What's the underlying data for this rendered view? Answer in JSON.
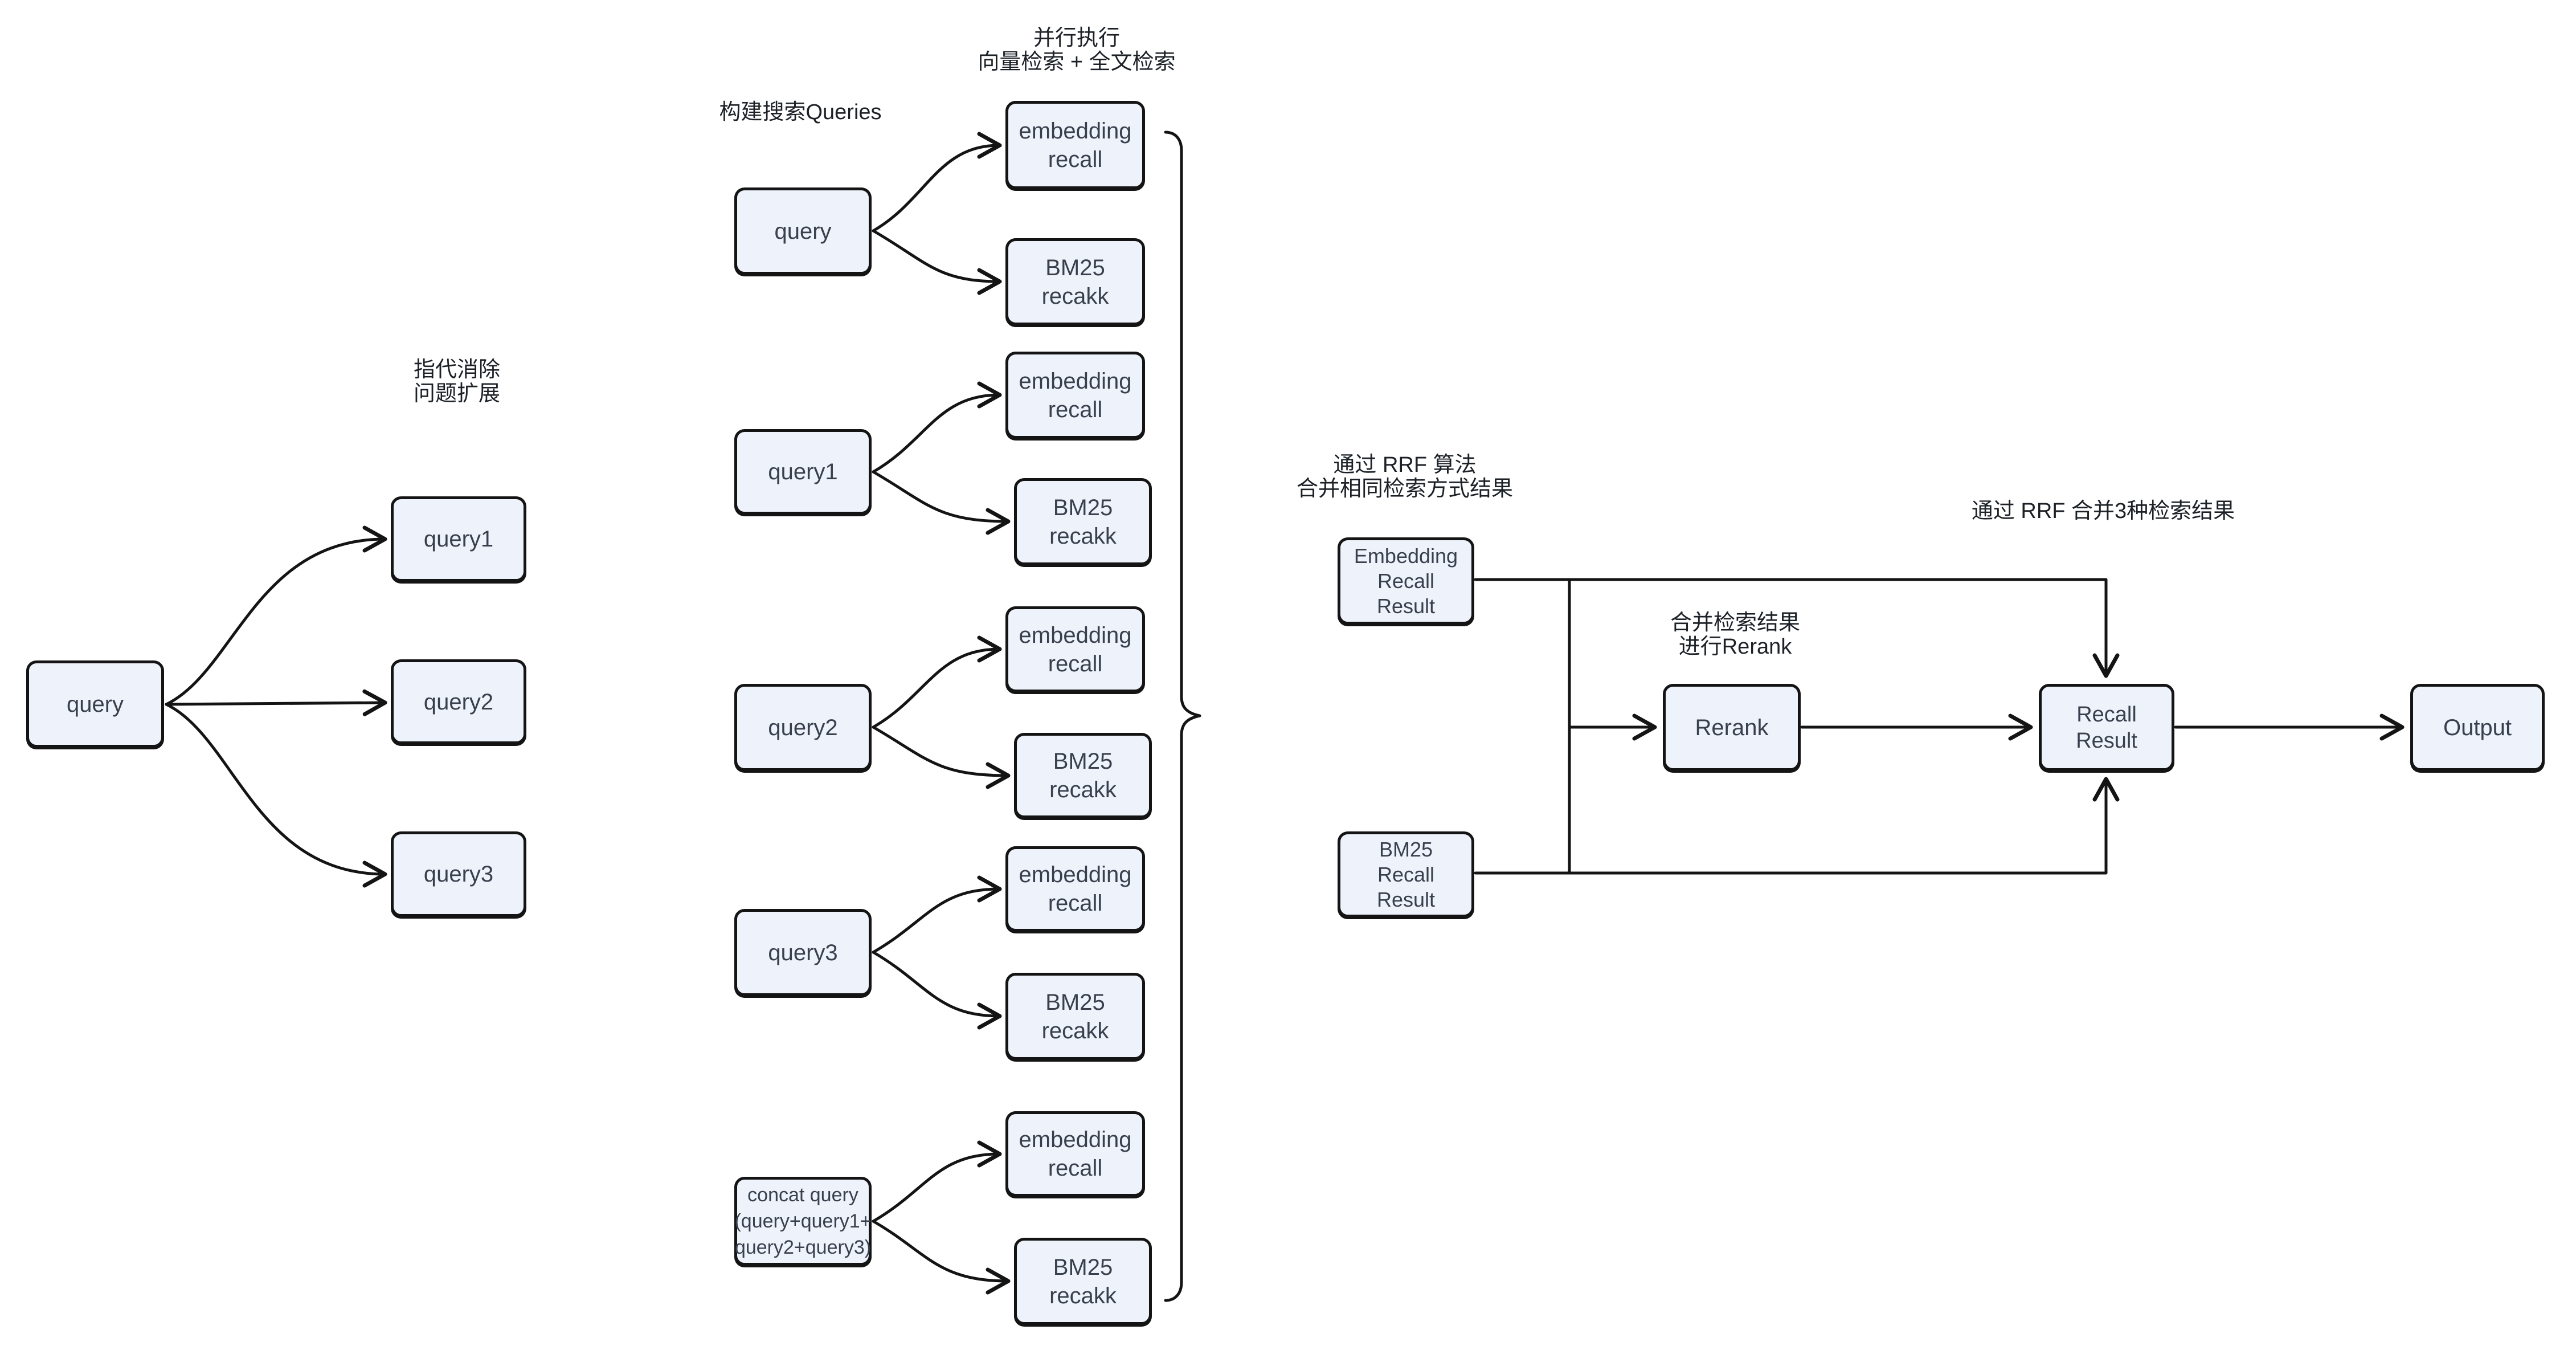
{
  "colors": {
    "background": "#ffffff",
    "node_fill": "#eef2fb",
    "node_stroke": "#141414",
    "node_text": "#39404d",
    "label_text": "#1c2127",
    "connector": "#141414"
  },
  "annotations": {
    "parallel_exec": {
      "line1": "并行执行",
      "line2": "向量检索 + 全文检索"
    },
    "build_queries": {
      "text": "构建搜索Queries"
    },
    "coref_expand": {
      "line1": "指代消除",
      "line2": "问题扩展"
    },
    "rrf_merge_same": {
      "line1": "通过 RRF 算法",
      "line2": "合并相同检索方式结果"
    },
    "rerank_note": {
      "line1": "合并检索结果",
      "line2": "进行Rerank"
    },
    "rrf_merge_three": {
      "text": "通过 RRF 合并3种检索结果"
    }
  },
  "nodes": {
    "query_input": {
      "label": "query"
    },
    "expanded_queries": {
      "q1": "query1",
      "q2": "query2",
      "q3": "query3"
    },
    "search_queries": {
      "q0": "query",
      "q1": "query1",
      "q2": "query2",
      "q3": "query3"
    },
    "concat_query": {
      "line1": "concat query",
      "line2": "(query+query1+",
      "line3": "query2+query3)"
    },
    "embedding_recall": {
      "line1": "embedding",
      "line2": "recall"
    },
    "bm25_recall": {
      "line1": "BM25",
      "line2": "recakk"
    },
    "embedding_recall_result": {
      "line1": "Embedding",
      "line2": "Recall",
      "line3": "Result"
    },
    "bm25_recall_result": {
      "line1": "BM25",
      "line2": "Recall",
      "line3": "Result"
    },
    "rerank": {
      "label": "Rerank"
    },
    "recall_result": {
      "line1": "Recall",
      "line2": "Result"
    },
    "output": {
      "label": "Output"
    }
  }
}
